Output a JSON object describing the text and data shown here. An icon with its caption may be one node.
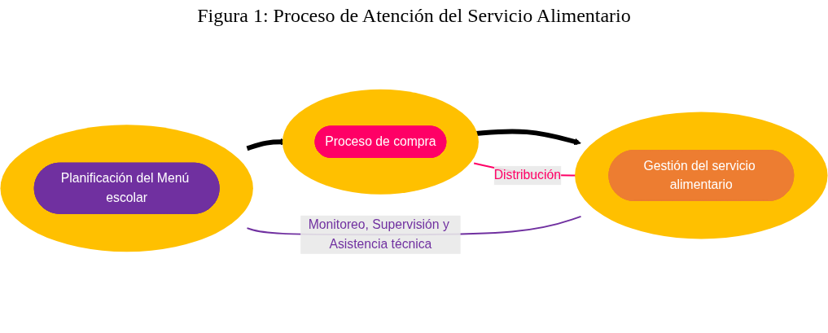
{
  "diagram": {
    "title": "Figura 1: Proceso de Atención del Servicio Alimentario",
    "nodes": [
      {
        "text": [],
        "shape": "circle"
      },
      {
        "text": [
          "Planificación del Menú escolar"
        ],
        "in": 0
      },
      {
        "text": [],
        "shape": "circle"
      },
      {
        "text": [
          "Proceso de compra"
        ],
        "in": 2
      },
      {
        "text": [],
        "shape": "circle"
      },
      {
        "text": [
          "Gestión del servicio alimentario"
        ],
        "in": 4
      }
    ],
    "edges": [
      {
        "from": 0,
        "to": 2,
        "arrow": "to",
        "style": "thick"
      },
      {
        "from": 2,
        "to": 4,
        "arrow": "to",
        "style": "thick"
      },
      {
        "from": 2,
        "to": 4,
        "arrow": "none",
        "label": "Distribución",
        "color": "#ff0066"
      },
      {
        "from": 0,
        "to": 4,
        "arrow": "none",
        "label": "Monitoreo, Supervisión y Asistencia técnica",
        "color": "#7030a0"
      }
    ]
  }
}
